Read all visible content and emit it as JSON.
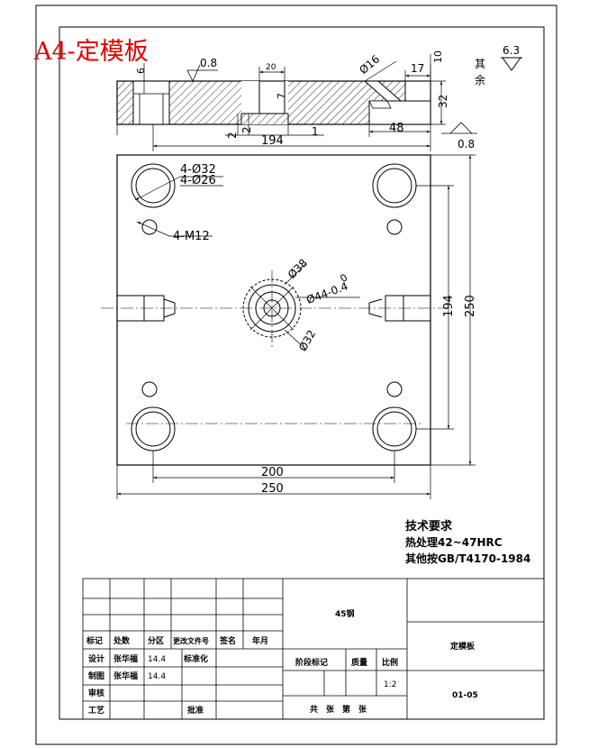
{
  "sheet_title": "A4-定模板",
  "surface_top": "0.8",
  "surface_side": "0.8",
  "roughness_general": "6.3",
  "roughness_rest": [
    "其",
    "余"
  ],
  "section_dims": {
    "depth_top": "6",
    "pocket_width": "20",
    "depth_small": "7",
    "step_2a": "2",
    "step_2b": "2",
    "offset_1": "1",
    "hole_dia": "Ø16",
    "width_17": "17",
    "height_10": "10",
    "thickness": "32",
    "width_48": "48",
    "span_194": "194"
  },
  "plan_dims": {
    "guide_outer": "4-Ø32",
    "guide_inner": "4-Ø26",
    "screw": "4-M12",
    "center_38": "Ø38",
    "center_44": "Ø44-0.4",
    "tol_upper": "0",
    "center_32": "Ø32",
    "v_194": "194",
    "v_250": "250",
    "h_200": "200",
    "h_250": "250"
  },
  "tech_req": {
    "heading": "技术要求",
    "line1": "热处理42~47HRC",
    "line2": "其他按GB/T4170-1984"
  },
  "title_block": {
    "material": "45钢",
    "part_name": "定模板",
    "drawing_no": "01-05",
    "scale_label": "比例",
    "scale": "1:2",
    "stage_label": "阶段标记",
    "weight_label": "质量",
    "sheets_label": "共　张　第　张",
    "rev_headers": [
      "标记",
      "处数",
      "分区",
      "更改文件号",
      "签名",
      "年月"
    ],
    "design_label": "设计",
    "designer": "张华福",
    "design_date": "14.4",
    "standard_label": "标准化",
    "draw_label": "制图",
    "drafter": "张华福",
    "draw_date": "14.4",
    "review_label": "审核",
    "process_label": "工艺",
    "approve_label": "批准"
  }
}
